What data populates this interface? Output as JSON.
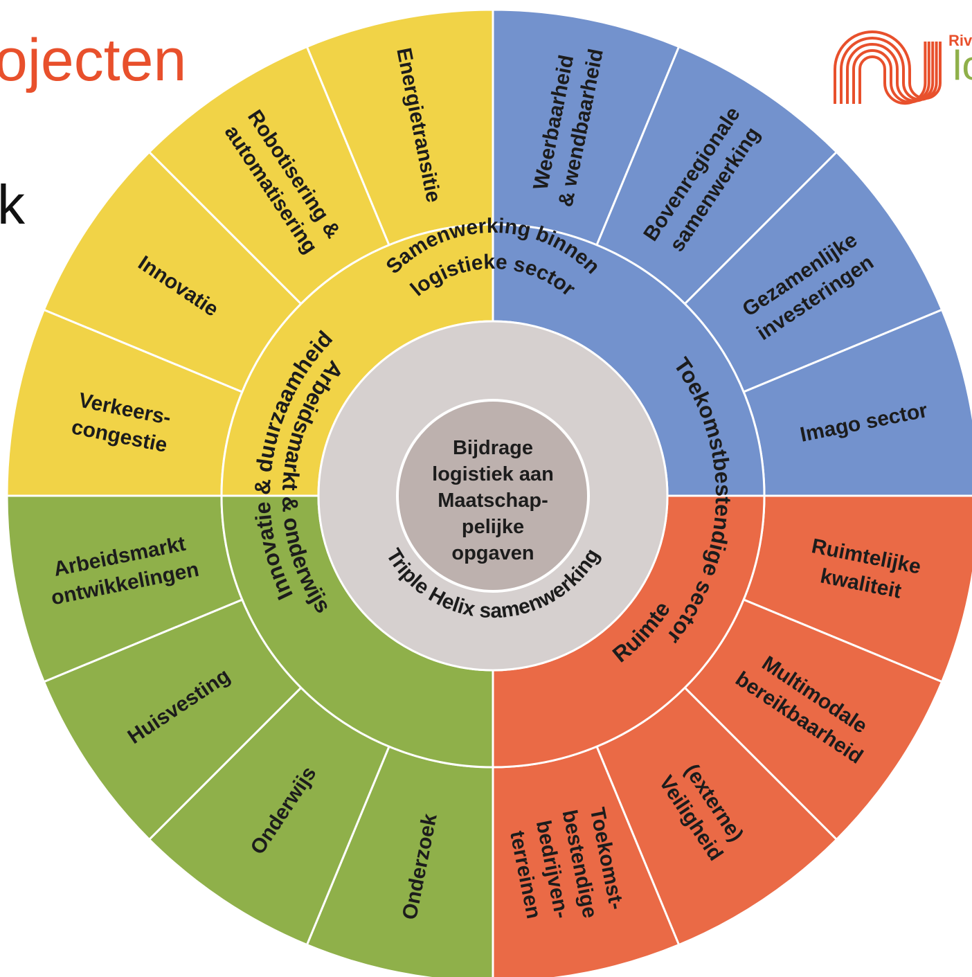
{
  "heading": "ojecten",
  "fragment": "k",
  "logo": {
    "small": "Rivi",
    "big": "lo"
  },
  "colors": {
    "yellow": "#f1d347",
    "blue": "#7392cd",
    "green": "#8fb04a",
    "red": "#ea6a46",
    "ring": "#d6d0cf",
    "core": "#bdb1ae",
    "accent": "#e8502c",
    "text": "#1c1c1c"
  },
  "center": [
    "Bijdrage",
    "logistiek aan",
    "Maatschap-",
    "pelijke",
    "opgaven"
  ],
  "ring": {
    "top": "Samenwerking binnen",
    "top2": "logistieke sector",
    "bottom": "Triple Helix samenwerking"
  },
  "quadrants": [
    {
      "key": "blue",
      "theme": "Toekomstbestendige sector",
      "items": [
        [
          "Weerbaarheid",
          "& wendbaarheid"
        ],
        [
          "Bovenregionale",
          "samenwerking"
        ],
        [
          "Gezamenlijke",
          "investeringen"
        ],
        [
          "Imago sector"
        ]
      ]
    },
    {
      "key": "red",
      "theme": "Ruimte",
      "items": [
        [
          "Ruimtelijke",
          "kwaliteit"
        ],
        [
          "Multimodale",
          "bereikbaarheid"
        ],
        [
          "(externe)",
          "Veiligheid"
        ],
        [
          "Toekomst-",
          "bestendige",
          "bedrijven-",
          "terreinen"
        ]
      ]
    },
    {
      "key": "green",
      "theme": "Arbeidsmarkt & onderwijs",
      "items": [
        [
          "Onderzoek"
        ],
        [
          "Onderwijs"
        ],
        [
          "Huisvesting"
        ],
        [
          "Arbeidsmarkt",
          "ontwikkelingen"
        ]
      ]
    },
    {
      "key": "yellow",
      "theme": "Innovatie & duurzaamheid",
      "items": [
        [
          "Verkeers-",
          "congestie"
        ],
        [
          "Innovatie"
        ],
        [
          "Robotisering &",
          "automatisering"
        ],
        [
          "Energietransitie"
        ]
      ]
    }
  ]
}
